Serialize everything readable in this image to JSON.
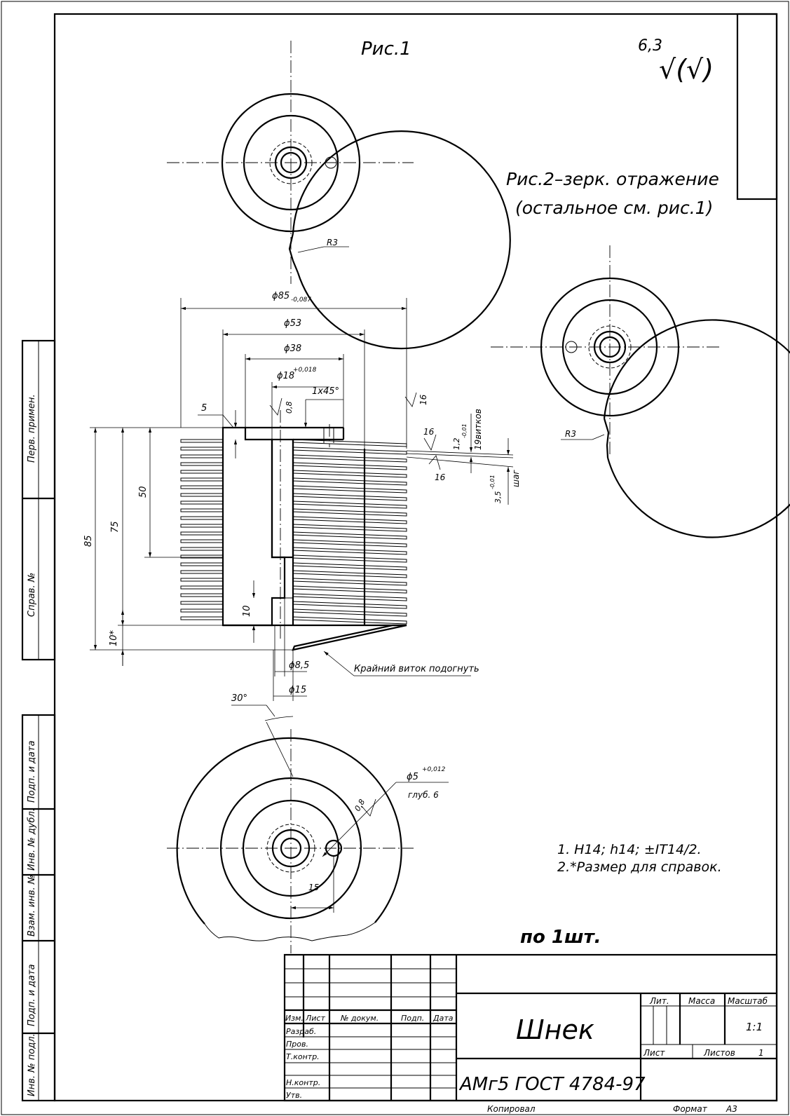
{
  "views": {
    "fig1_label": "Рис.1",
    "fig2_label_line1": "Рис.2–зерк. отражение",
    "fig2_label_line2": "(остальное см. рис.1)",
    "roughness_value": "6,3",
    "roughness_symbol": "√(√)"
  },
  "dimensions": {
    "d85": "ϕ85",
    "d85_tol": "-0,087",
    "d53": "ϕ53",
    "d38": "ϕ38",
    "d18": "ϕ18",
    "d18_tol": "+0,018",
    "chamfer": "1x45°",
    "rough_08": "0,8",
    "rough_16a": "16",
    "rough_16b": "16",
    "rough_16c": "16",
    "thickness": "1,2",
    "thickness_tol": "-0,01",
    "turns": "19витков",
    "pitch": "3,5",
    "pitch_tol": "-0,01",
    "pitch_label": "шаг",
    "h5": "5",
    "h85": "85",
    "h75": "75",
    "h50": "50",
    "h10": "10",
    "h10star": "10*",
    "d8_5": "ϕ8,5",
    "d15": "ϕ15",
    "r3_fig1": "R3",
    "r3_fig2": "R3",
    "angle30": "30°",
    "d5": "ϕ5",
    "d5_tol": "+0,012",
    "depth": "глуб. 6",
    "rough_08b": "0,8",
    "offset15": "15",
    "leader_note": "Крайний виток подогнуть"
  },
  "notes": {
    "note1": "1. H14; h14; ±IT14/2.",
    "note2": "2.*Размер для справок.",
    "quantity": "по 1шт."
  },
  "side_stamp": {
    "perv_primen": "Перв. примен.",
    "sprav_no": "Справ. №",
    "podp_data_top": "Подп. и дата",
    "inv_dubl": "Инв. № дубл.",
    "vzam_inv": "Взам. инв. №",
    "podp_data_bottom": "Подп. и дата",
    "inv_podl": "Инв. № подл."
  },
  "title_block": {
    "izm": "Изм.",
    "list": "Лист",
    "dokum": "№ докум.",
    "podp": "Подп.",
    "data": "Дата",
    "razrab": "Разраб.",
    "prov": "Пров.",
    "tkontr": "Т.контр.",
    "nkontr": "Н.контр.",
    "utv": "Утв.",
    "name": "Шнек",
    "material": "АМг5 ГОСТ 4784-97",
    "lit": "Лит.",
    "massa": "Масса",
    "masshtab": "Масштаб",
    "scale": "1:1",
    "sheet_label": "Лист",
    "sheets_label": "Листов",
    "sheets_count": "1",
    "kopiroval": "Копировал",
    "format_label": "Формат",
    "format": "А3"
  }
}
